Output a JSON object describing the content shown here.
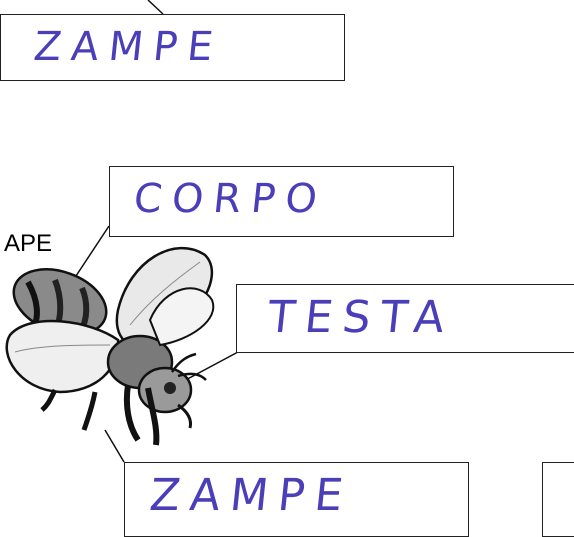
{
  "worksheet": {
    "animal_label": "APE",
    "answers": {
      "top": "ZAMPE",
      "corpo": "CORPO",
      "testa": "TESTA",
      "bottom": "ZAMPE",
      "right_partial": ""
    }
  },
  "colors": {
    "handwriting": "#4a3fb8",
    "ink": "#222222"
  },
  "icons": {
    "bee": "bee-illustration"
  }
}
